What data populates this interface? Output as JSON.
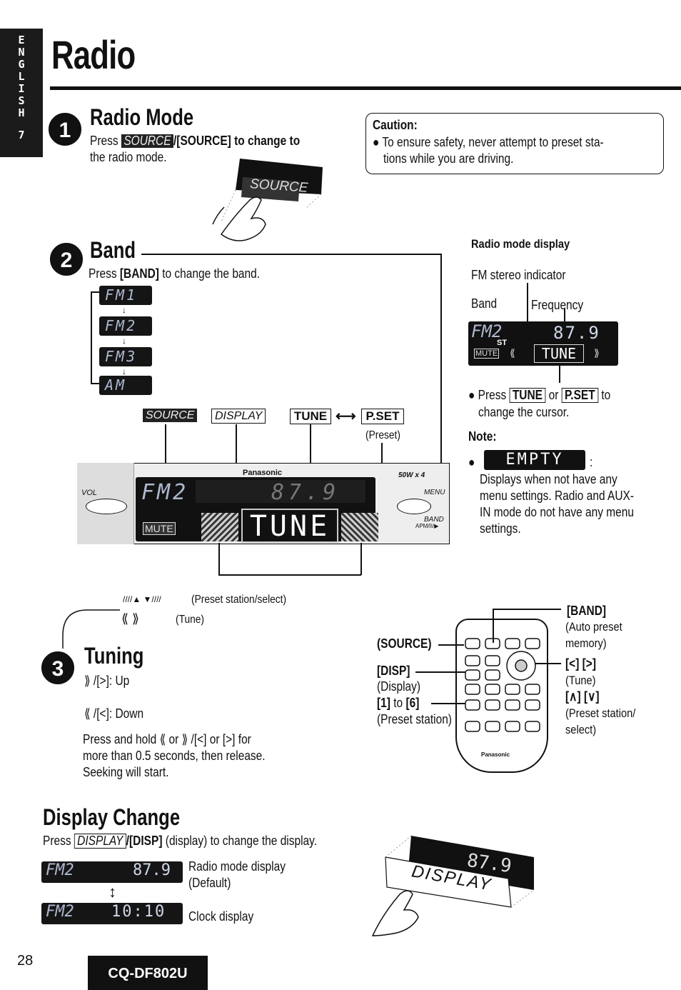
{
  "side_tab": {
    "letters": [
      "E",
      "N",
      "G",
      "L",
      "I",
      "S",
      "H"
    ],
    "number": "7"
  },
  "title": "Radio",
  "sec1": {
    "num": "1",
    "heading": "Radio Mode",
    "line1_pre": "Press",
    "source_key": "SOURCE",
    "line1_post": "/[SOURCE] to change to",
    "line2": "the radio mode."
  },
  "caution": {
    "heading": "Caution:",
    "line1": "To ensure safety, never attempt to preset sta-",
    "line2": "tions while you are driving."
  },
  "sec2": {
    "num": "2",
    "heading": "Band",
    "text_pre": "Press ",
    "text_key": "[BAND]",
    "text_post": " to change the band.",
    "bands": [
      "FM1",
      "FM2",
      "FM3",
      "AM"
    ]
  },
  "panel": {
    "source": "SOURCE",
    "display": "DISPLAY",
    "tune": "TUNE",
    "pset": "P.SET",
    "preset": "(Preset)",
    "brand": "Panasonic",
    "lcd_band": "FM2",
    "lcd_freq": "87.9",
    "lcd_tune": "TUNE",
    "mute": "MUTE",
    "vol": "VOL",
    "menu": "MENU",
    "band_label": "BAND",
    "band_sub": "APM/II/▶",
    "power": "50W x 4"
  },
  "rmd": {
    "heading": "Radio mode display",
    "fm_stereo": "FM stereo indicator",
    "band": "Band",
    "frequency": "Frequency",
    "lcd_band": "FM2",
    "lcd_freq": "87.9",
    "st": "ST",
    "mute": "MUTE",
    "tune": "TUNE",
    "press": "Press",
    "tune_key": "TUNE",
    "or": "or",
    "pset_key": "P.SET",
    "to": "to",
    "change": "change the cursor."
  },
  "note": {
    "heading": "Note:",
    "empty": "EMPTY",
    "colon": ":",
    "lines": [
      "Displays when not have any",
      "menu settings. Radio and AUX-",
      "IN mode do not have any menu",
      "settings."
    ]
  },
  "preset_label": "(Preset station/select)",
  "tune_label": "(Tune)",
  "sec3": {
    "num": "3",
    "heading": "Tuning",
    "up": "/[>]: Up",
    "down": "/[<]: Down",
    "hold1_a": "Press and hold",
    "hold1_b": "or",
    "hold1_c": "/[<] or [>] for",
    "hold2": "more than 0.5 seconds, then release.",
    "hold3": "Seeking will start."
  },
  "remote": {
    "source": "(SOURCE)",
    "disp": "[DISP]",
    "disp_sub": "(Display)",
    "num_pre": "[1]",
    "num_to": "to",
    "num_post": "[6]",
    "num_sub": "(Preset station)",
    "band": "[BAND]",
    "band_sub1": "(Auto preset",
    "band_sub2": "memory)",
    "lr": "[<] [>]",
    "lr_sub": "(Tune)",
    "ud": "[∧] [∨]",
    "ud_sub1": "(Preset station/",
    "ud_sub2": "select)",
    "brand": "Panasonic"
  },
  "dc": {
    "heading": "Display Change",
    "pre": "Press",
    "display_key": "DISPLAY",
    "post_key": "/[DISP]",
    "post": " (display) to change the display.",
    "lcd1_band": "FM2",
    "lcd1_val": "87.9",
    "lcd1_label1": "Radio mode display",
    "lcd1_label2": "(Default)",
    "lcd2_band": "FM2",
    "lcd2_val": "10:10",
    "lcd2_label": "Clock display",
    "knob_freq": "87.9",
    "knob_label": "DISPLAY"
  },
  "page_num": "28",
  "model": "CQ-DF802U"
}
